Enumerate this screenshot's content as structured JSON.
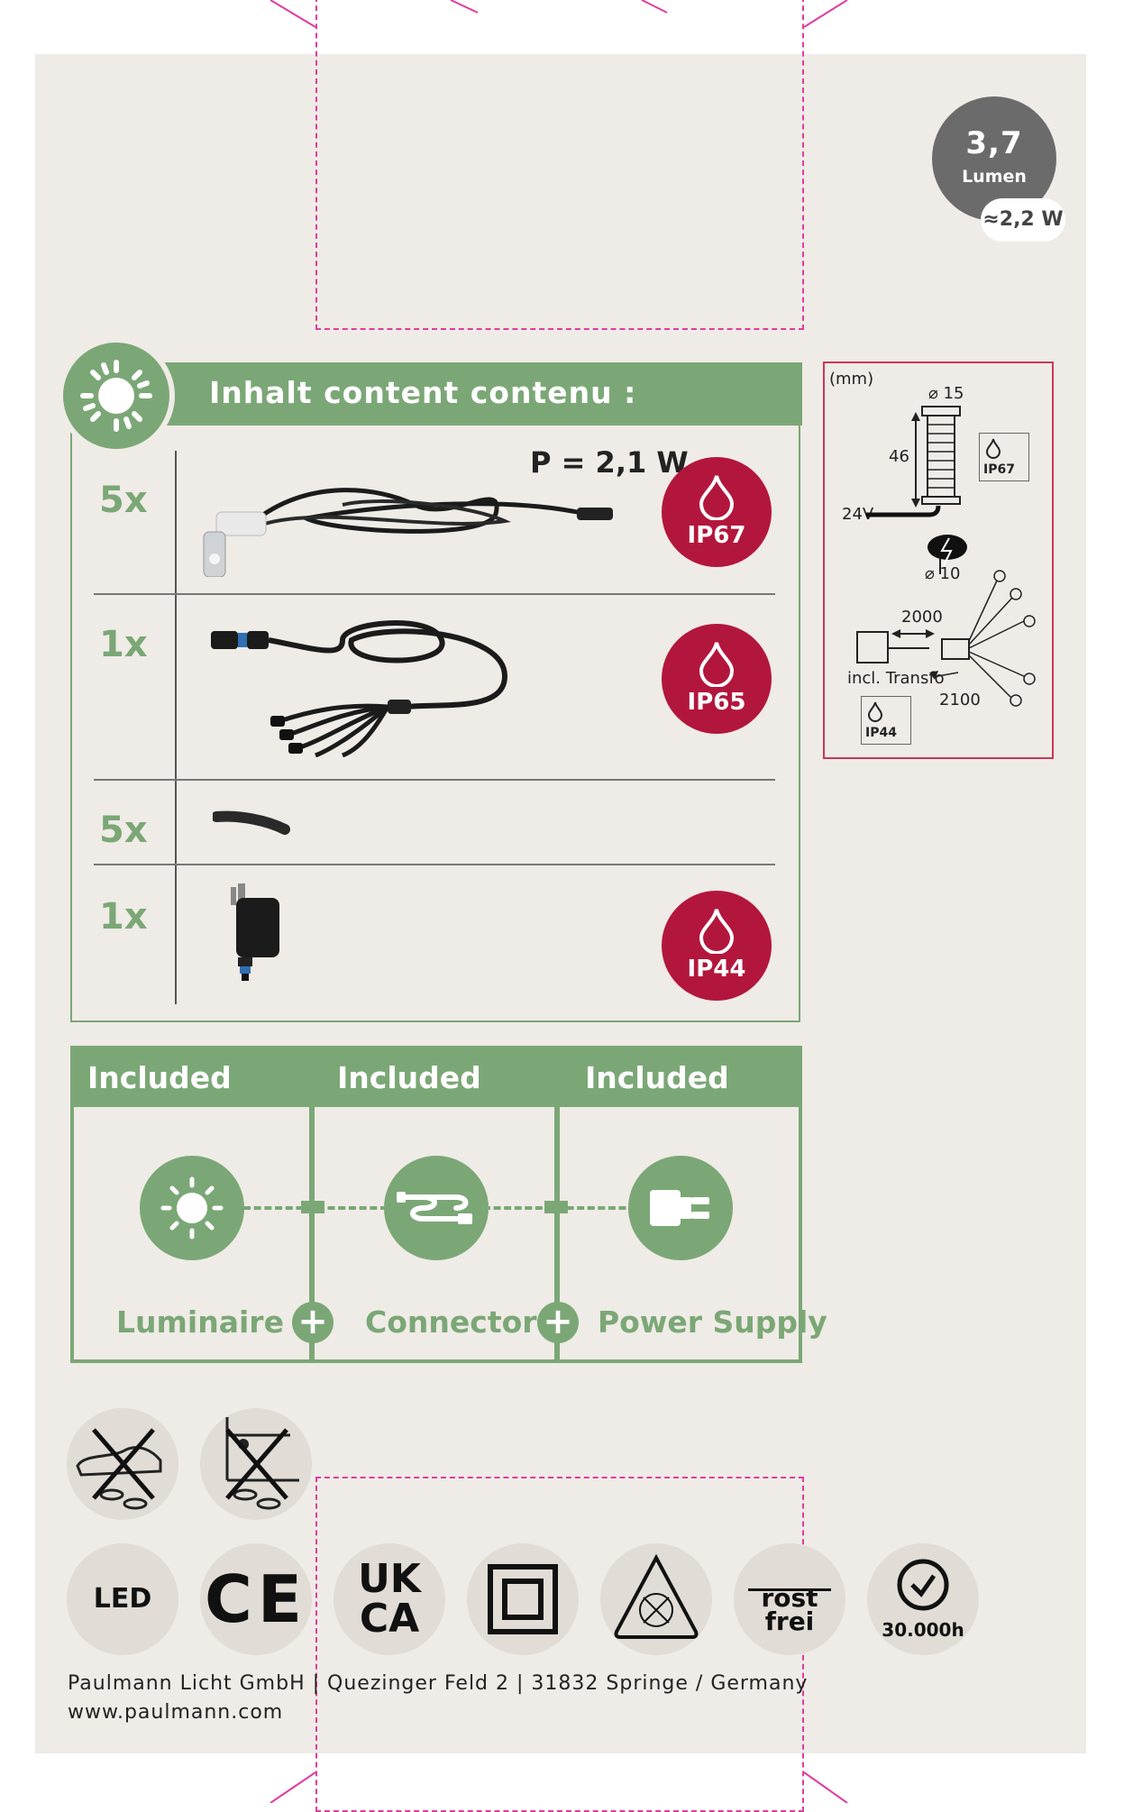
{
  "lumen_badge": {
    "value": "3,7",
    "unit": "Lumen",
    "watt": "≈2,2 W"
  },
  "content": {
    "title": "Inhalt content contenu :",
    "power": "P = 2,1 W",
    "rows": [
      {
        "qty": "5x",
        "ip": "IP67"
      },
      {
        "qty": "1x",
        "ip": "IP65"
      },
      {
        "qty": "5x",
        "ip": ""
      },
      {
        "qty": "1x",
        "ip": "IP44"
      }
    ]
  },
  "dimensions": {
    "unit": "(mm)",
    "diameter_top": "⌀ 15",
    "height": "46",
    "ip_top": "IP67",
    "voltage": "24V",
    "diameter_bottom": "⌀ 10",
    "cable_1": "2000",
    "transfo": "incl. Transfo",
    "cable_2": "2100",
    "ip_bottom": "IP44"
  },
  "included": {
    "columns": [
      {
        "header": "Included",
        "label": "Luminaire"
      },
      {
        "header": "Included",
        "label": "Connector"
      },
      {
        "header": "Included",
        "label": "Power Supply"
      }
    ]
  },
  "symbols": {
    "led": "LED",
    "ce": "CE",
    "ukca_top": "UK",
    "ukca_bottom": "CA",
    "rost_1": "rost",
    "rost_2": "frei",
    "hours": "30.000h"
  },
  "footer": {
    "address": "Paulmann Licht GmbH | Quezinger Feld 2 | 31832 Springe / Germany",
    "web": "www.paulmann.com"
  },
  "colors": {
    "green": "#7ba776",
    "ip_red": "#b3163d",
    "panel": "#efebe6",
    "cut_line": "#e03ca0"
  }
}
